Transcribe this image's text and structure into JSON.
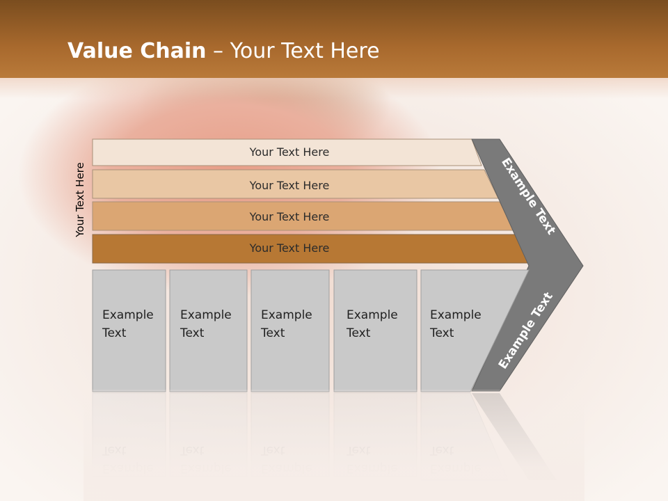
{
  "title": {
    "bold": "Value Chain",
    "rest": " – Your Text Here"
  },
  "side_label": "Your Text Here",
  "rows": [
    {
      "label": "Your Text Here",
      "color": "#f3e4d6"
    },
    {
      "label": "Your Text Here",
      "color": "#e9c7a4"
    },
    {
      "label": "Your Text Here",
      "color": "#dba673"
    },
    {
      "label": "Your Text Here",
      "color": "#b77834"
    }
  ],
  "cells": [
    {
      "line1": "Example",
      "line2": "Text"
    },
    {
      "line1": "Example",
      "line2": "Text"
    },
    {
      "line1": "Example",
      "line2": "Text"
    },
    {
      "line1": "Example",
      "line2": "Text"
    },
    {
      "line1": "Example",
      "line2": "Text"
    }
  ],
  "chevron": {
    "upper_label": "Example Text",
    "lower_label": "Example Text",
    "color": "#7a7a7a"
  },
  "colors": {
    "cell_fill": "#c9c9c9",
    "cell_border": "#9e9e9e",
    "header_band": "#a8692d"
  }
}
